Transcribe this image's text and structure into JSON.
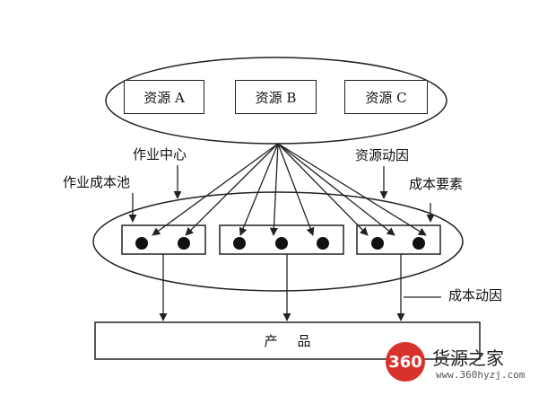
{
  "resources": [
    "资源 A",
    "资源 B",
    "资源 C"
  ],
  "labels": {
    "activity_center": "作业中心",
    "resource_driver": "资源动因",
    "activity_cost_pool": "作业成本池",
    "cost_element": "成本要素",
    "cost_driver": "成本动因"
  },
  "product": "产品",
  "watermark": {
    "badge": "360",
    "title": "货源之家",
    "url": "www.360hyzj.com"
  },
  "colors": {
    "line": "#222222",
    "dot": "#111111",
    "badge": "#d9312b"
  }
}
